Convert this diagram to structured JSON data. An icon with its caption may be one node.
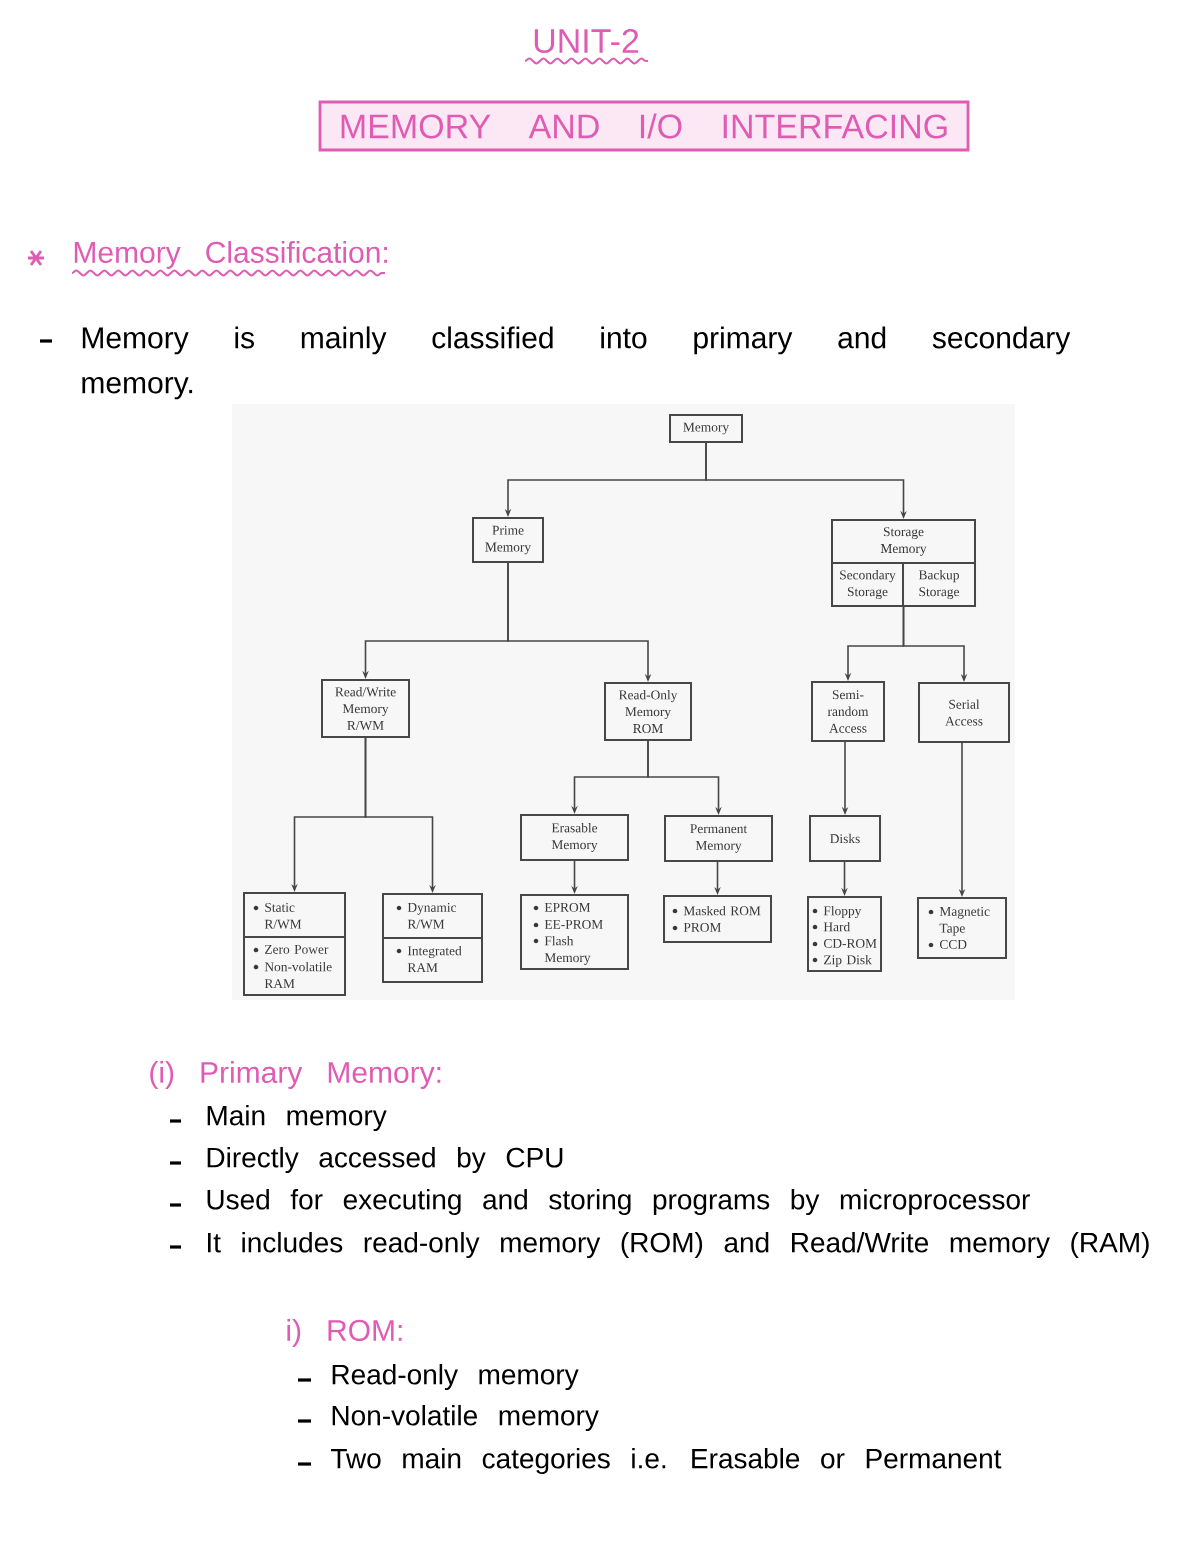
{
  "diagram": {
    "title": "UNIT-2",
    "nodes": [
      {
        "text": [
          "MEMORY AND I/O INTERFACING"
        ]
      },
      {
        "text": [
          "Memory"
        ]
      },
      {
        "text": [
          "Prime Memory"
        ]
      },
      {
        "text": [
          "Storage Memory"
        ]
      },
      {
        "text": [
          "Secondary Storage"
        ],
        "in": 3
      },
      {
        "text": [
          "Backup Storage"
        ],
        "in": 3
      },
      {
        "text": [
          "Read/Write Memory R/WM"
        ]
      },
      {
        "text": [
          "Read-Only Memory ROM"
        ]
      },
      {
        "text": [
          "Semi-random Access"
        ]
      },
      {
        "text": [
          "Serial Access"
        ]
      },
      {
        "text": [
          "Erasable Memory"
        ]
      },
      {
        "text": [
          "Permanent Memory"
        ]
      },
      {
        "text": [
          "Disks"
        ]
      },
      {
        "text": [
          "Static R/WM",
          "Zero Power",
          "Non-volatile RAM"
        ]
      },
      {
        "text": [
          "Dynamic R/WM",
          "Integrated RAM"
        ]
      },
      {
        "text": [
          "EPROM",
          "EE-PROM",
          "Flash Memory"
        ]
      },
      {
        "text": [
          "Masked ROM",
          "PROM"
        ]
      },
      {
        "text": [
          "Floppy",
          "Hard",
          "CD-ROM",
          "Zip Disk"
        ]
      },
      {
        "text": [
          "Magnetic Tape",
          "CCD"
        ]
      }
    ],
    "edges": [
      {
        "from": 1,
        "to": 2,
        "arrow": "to"
      },
      {
        "from": 1,
        "to": 3,
        "arrow": "to"
      },
      {
        "from": 2,
        "to": 6,
        "arrow": "to"
      },
      {
        "from": 2,
        "to": 7,
        "arrow": "to"
      },
      {
        "from": 3,
        "to": 8,
        "arrow": "to"
      },
      {
        "from": 3,
        "to": 9,
        "arrow": "to"
      },
      {
        "from": 6,
        "to": 13,
        "arrow": "to"
      },
      {
        "from": 6,
        "to": 14,
        "arrow": "to"
      },
      {
        "from": 7,
        "to": 10,
        "arrow": "to"
      },
      {
        "from": 7,
        "to": 11,
        "arrow": "to"
      },
      {
        "from": 8,
        "to": 12,
        "arrow": "to"
      },
      {
        "from": 9,
        "to": 18,
        "arrow": "to"
      },
      {
        "from": 10,
        "to": 15,
        "arrow": "to"
      },
      {
        "from": 11,
        "to": 16,
        "arrow": "to"
      },
      {
        "from": 12,
        "to": 17,
        "arrow": "to"
      }
    ],
    "labels": [
      "Memory Classification:",
      "Memory is mainly classified into primary and secondary memory.",
      "(i) Primary Memory:",
      "Main memory",
      "Directly accessed by CPU",
      "Used for executing and storing programs by microprocessor",
      "It includes read-only memory (ROM) and Read/Write memory (RAM)",
      "i) ROM:",
      "Read-only memory",
      "Non-volatile memory",
      "Two main categories i.e. Erasable or Permanent"
    ]
  }
}
